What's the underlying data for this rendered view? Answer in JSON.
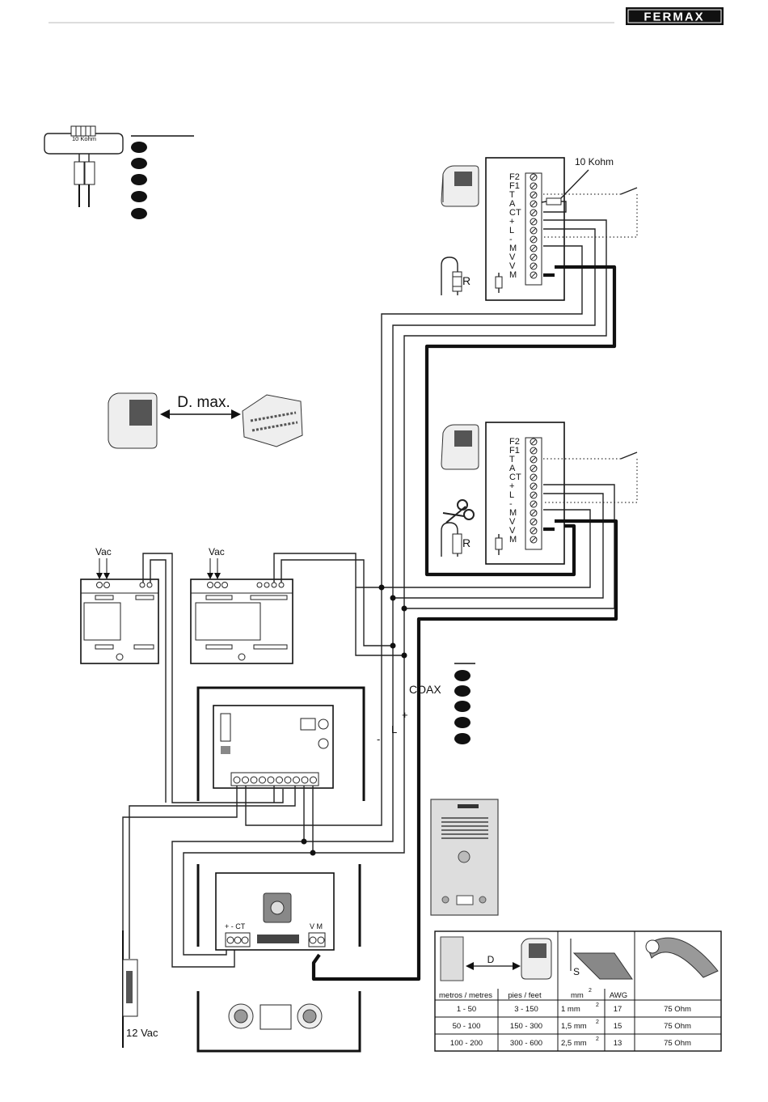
{
  "brand": {
    "logo": "FERMAX"
  },
  "resistor": {
    "label": "10 Kohm"
  },
  "monitor1": {
    "resistor_label": "10 Kohm",
    "terminals": [
      "F2",
      "F1",
      "T",
      "A",
      "CT",
      "+",
      "L",
      "-",
      "M",
      "V",
      "V",
      "M"
    ],
    "r_label": "R"
  },
  "monitor2": {
    "terminals": [
      "F2",
      "F1",
      "T",
      "A",
      "CT",
      "+",
      "L",
      "-",
      "M",
      "V",
      "V",
      "M"
    ],
    "r_label": "R"
  },
  "distance": {
    "label": "D. max."
  },
  "power": {
    "vac1": "Vac",
    "vac2": "Vac"
  },
  "cable": {
    "coax": "COAX",
    "l": "L",
    "minus": "-",
    "plus": "+"
  },
  "amp": {
    "terminals": "+  -  CT",
    "vm": "V M"
  },
  "lock": {
    "label": "12 Vac"
  },
  "table": {
    "col1": "metros / metres",
    "col2": "pies / feet",
    "col3": "mm",
    "col3_sup": "2",
    "col4": "AWG",
    "d_label": "D",
    "s_label": "S",
    "rows": [
      {
        "m": "1 - 50",
        "ft": "3  -  150",
        "mm": "1      mm",
        "sup": "2",
        "awg": "17",
        "ohm": "75 Ohm"
      },
      {
        "m": "50 - 100",
        "ft": "150  -  300",
        "mm": "1,5  mm",
        "sup": "2",
        "awg": "15",
        "ohm": "75 Ohm"
      },
      {
        "m": "100 - 200",
        "ft": "300  -  600",
        "mm": "2,5  mm",
        "sup": "2",
        "awg": "13",
        "ohm": "75 Ohm"
      }
    ]
  }
}
